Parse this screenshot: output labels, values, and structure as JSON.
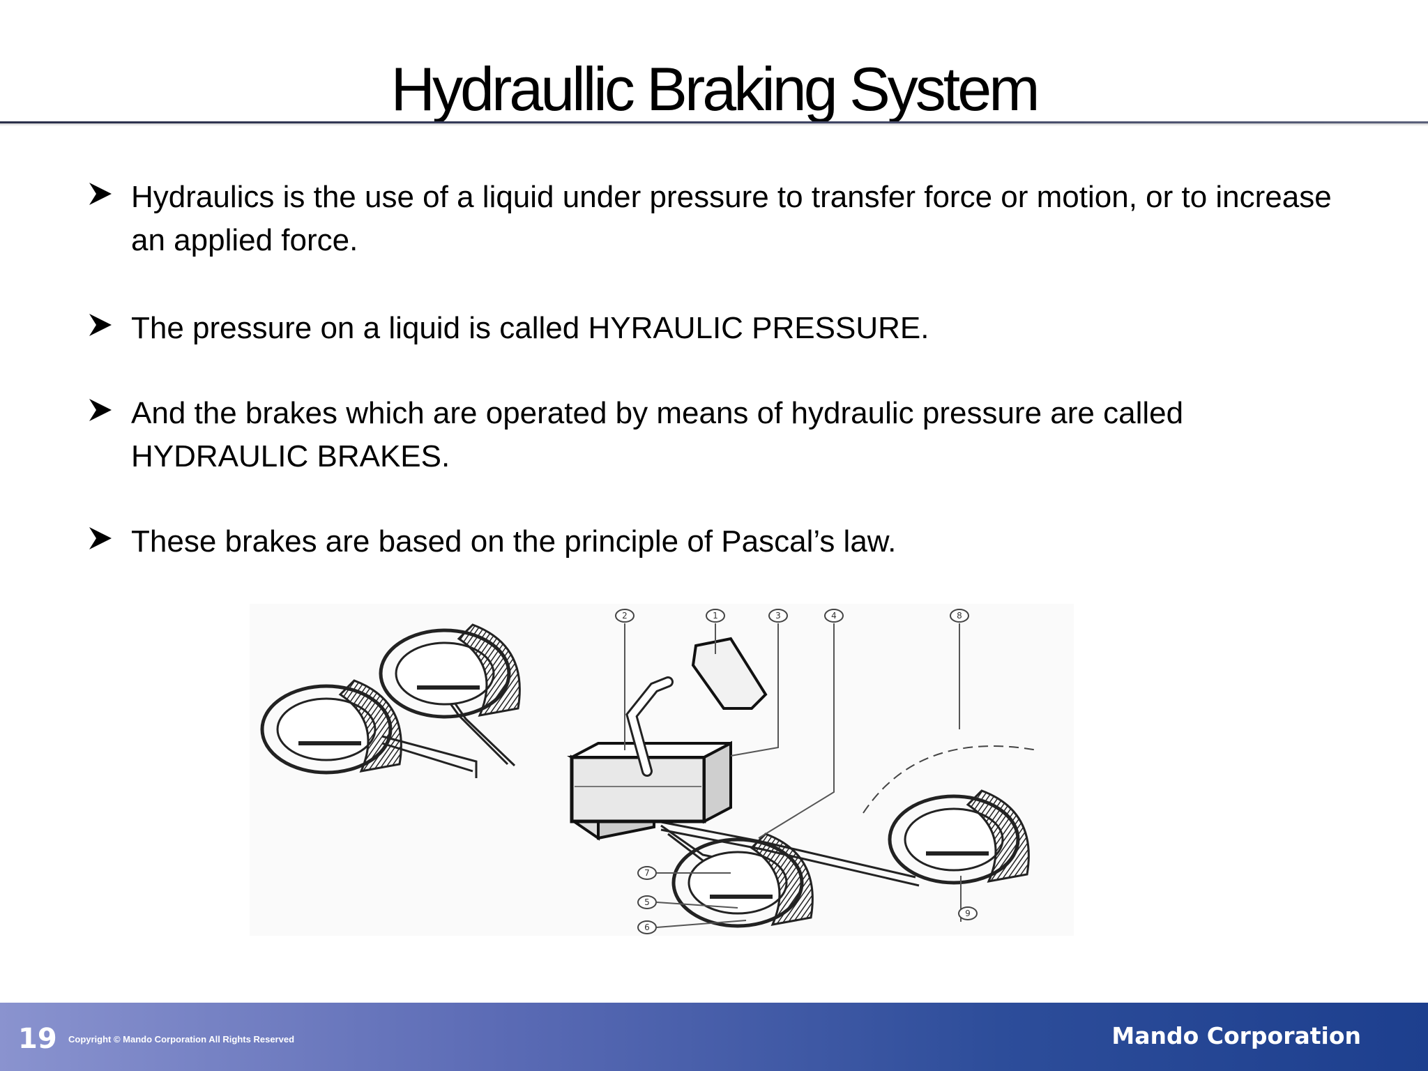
{
  "slide": {
    "title": "Hydraullic Braking System",
    "bullets": [
      "Hydraulics is the use of a liquid under pressure to transfer force or motion, or to increase an applied force.",
      "The pressure on a liquid is called HYRAULIC PRESSURE.",
      "And the brakes which are operated by means of hydraulic pressure are called HYDRAULIC BRAKES.",
      "These brakes are based on the principle of Pascal’s law."
    ],
    "bullet_icon": "arrowhead-bullet-icon"
  },
  "diagram": {
    "callouts": [
      "2",
      "1",
      "3",
      "4",
      "8",
      "7",
      "5",
      "6",
      "9"
    ]
  },
  "footer": {
    "page_number": "19",
    "copyright": "Copyright © Mando Corporation All Rights Reserved",
    "brand": "Mando Corporation"
  },
  "colors": {
    "footer_start": "#8a93cf",
    "footer_end": "#1d3f8e",
    "title_rule": "#2a2f4a"
  }
}
